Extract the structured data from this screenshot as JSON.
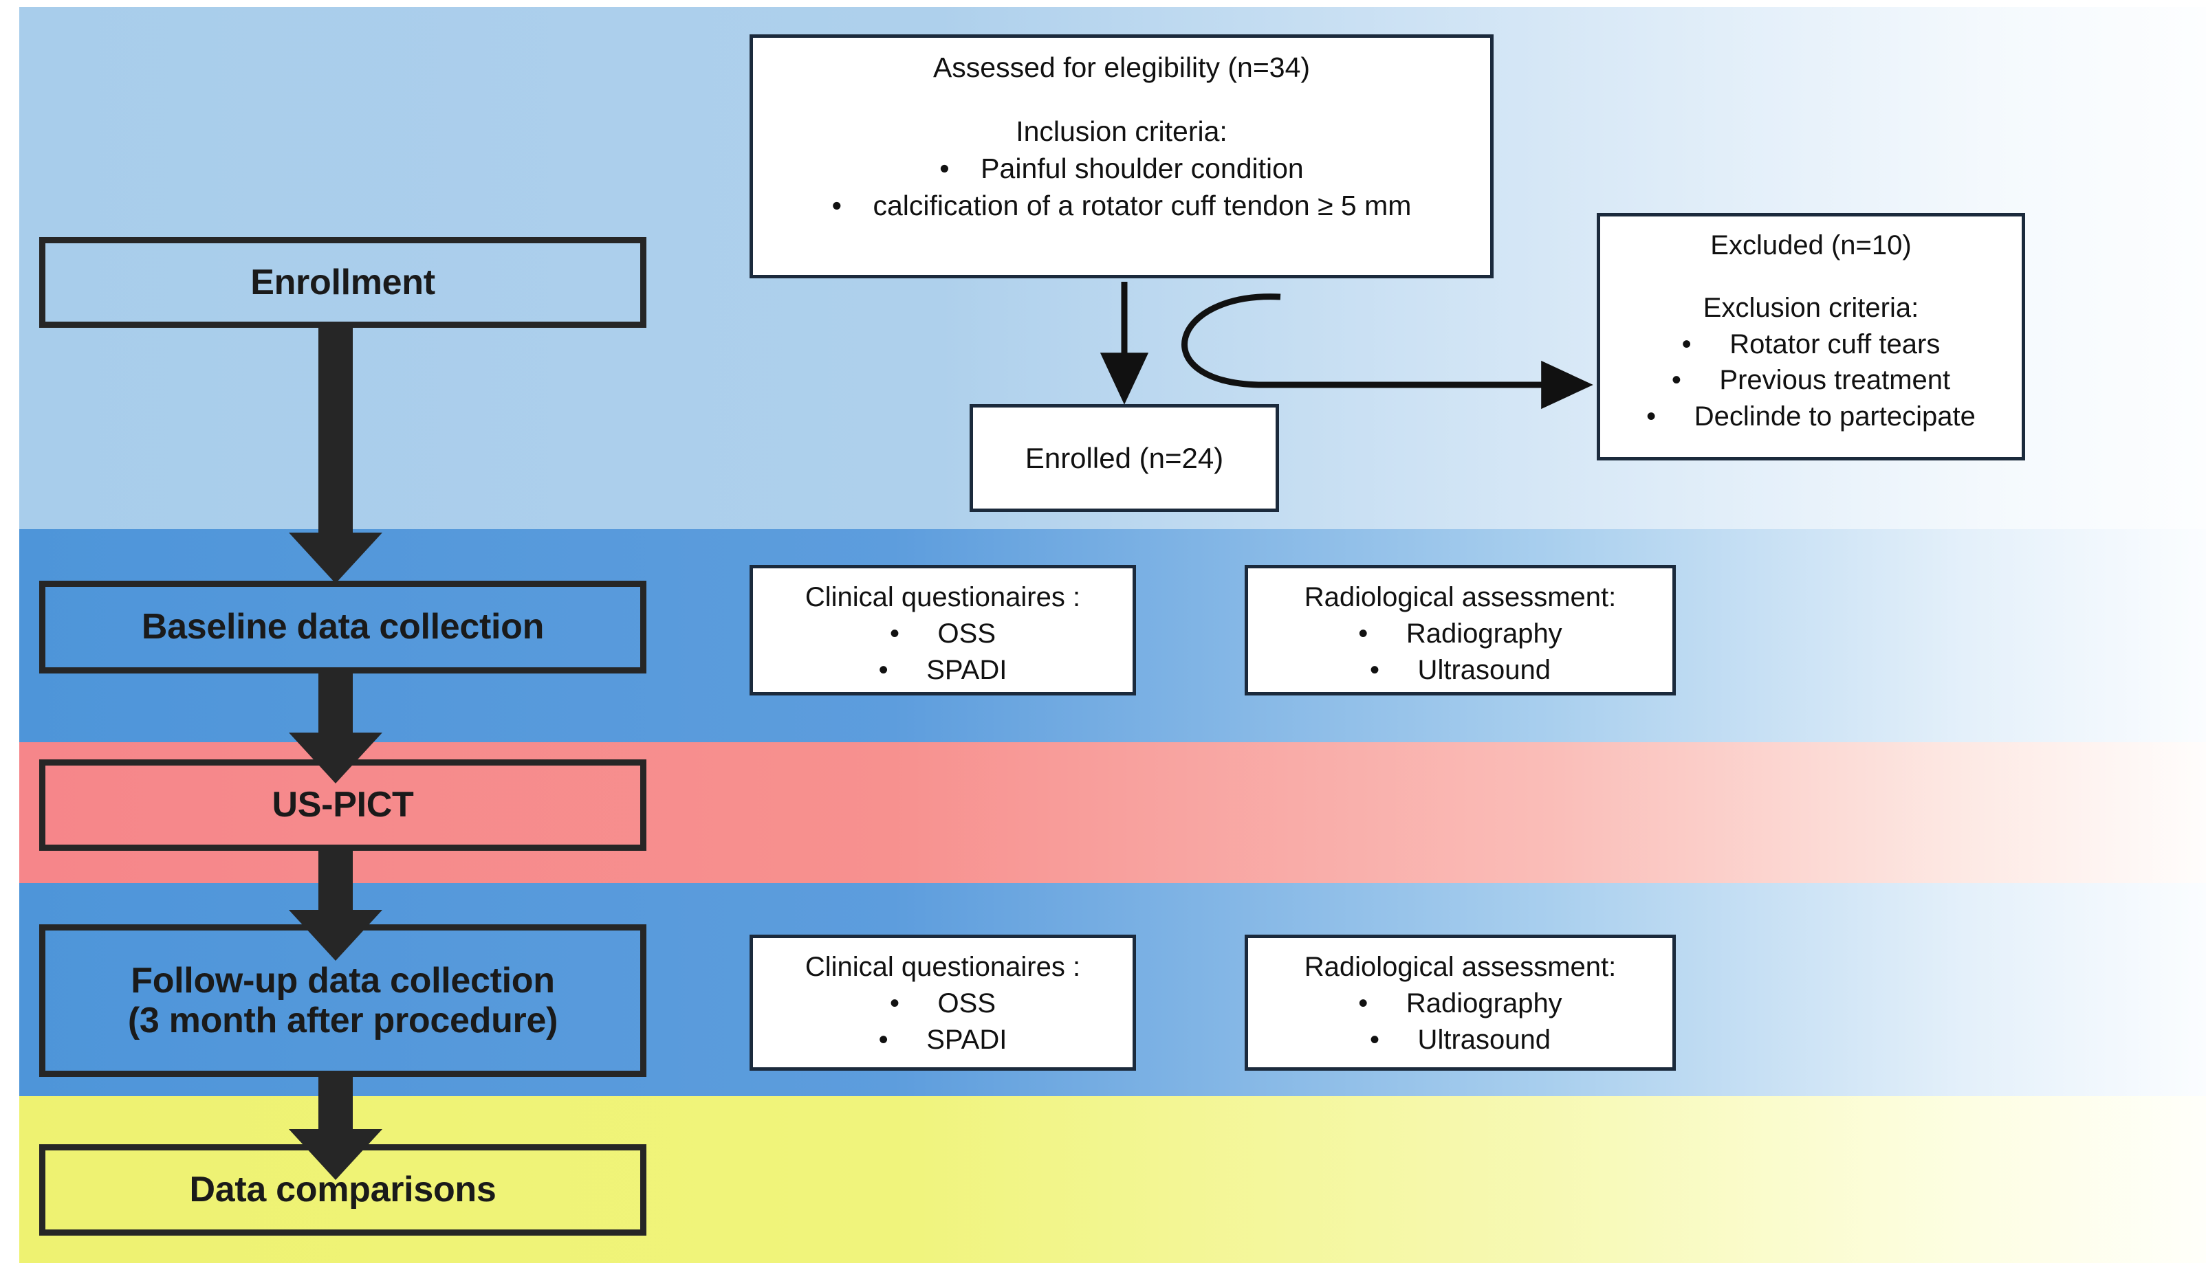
{
  "diagram": {
    "title": "Study flow diagram",
    "type": "flowchart",
    "colors": {
      "band_enrollment": "#a8cdeb",
      "band_baseline": "#4e95d9",
      "band_procedure": "#f6868a",
      "band_followup": "#4e95d9",
      "band_comparison": "#eef271",
      "box_border": "#262626",
      "info_border": "#1b2a3c",
      "arrow": "#262626",
      "text": "#1a1a1a"
    }
  },
  "stages": [
    {
      "id": "enrollment",
      "label": "Enrollment"
    },
    {
      "id": "baseline",
      "label": "Baseline data collection"
    },
    {
      "id": "procedure",
      "label": "US-PICT"
    },
    {
      "id": "followup",
      "line1": "Follow-up data collection",
      "line2": "(3 month after procedure)"
    },
    {
      "id": "comparison",
      "label": "Data comparisons"
    }
  ],
  "eligibility_box": {
    "title": "Assessed for elegibility (n=34)",
    "criteria_heading": "Inclusion criteria:",
    "criteria": [
      "•    Painful shoulder condition",
      "•    calcification of a rotator cuff tendon ≥ 5 mm"
    ]
  },
  "enrolled_box": {
    "label": "Enrolled (n=24)"
  },
  "excluded_box": {
    "title": "Excluded (n=10)",
    "criteria_heading": "Exclusion criteria:",
    "criteria": [
      "•     Rotator cuff tears",
      "•     Previous treatment",
      "•     Declinde to partecipate"
    ]
  },
  "baseline_clinical": {
    "heading": "Clinical questionaires :",
    "items": [
      "•     OSS",
      "•     SPADI"
    ]
  },
  "baseline_radiological": {
    "heading": "Radiological assessment:",
    "items": [
      "•     Radiography",
      "•     Ultrasound"
    ]
  },
  "followup_clinical": {
    "heading": "Clinical questionaires :",
    "items": [
      "•     OSS",
      "•     SPADI"
    ]
  },
  "followup_radiological": {
    "heading": "Radiological assessment:",
    "items": [
      "•     Radiography",
      "•     Ultrasound"
    ]
  }
}
